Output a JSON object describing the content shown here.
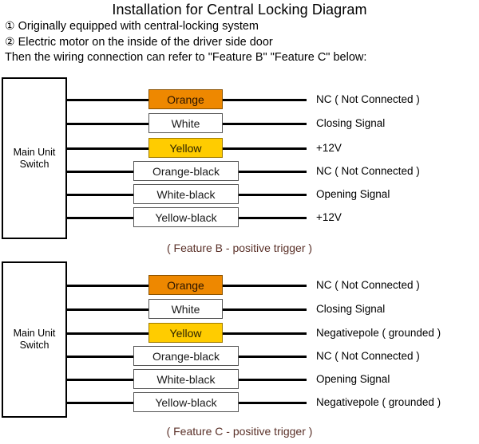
{
  "header": {
    "title": "Installation for Central Locking Diagram",
    "notes": [
      {
        "marker": "①",
        "text": "Originally equipped with central-locking system"
      },
      {
        "marker": "②",
        "text": "Electric motor on the inside of the driver side door"
      }
    ],
    "lead_in": "Then the wiring connection can refer to \"Feature B\" \"Feature C\" below:"
  },
  "colors": {
    "orange": "#ee8800",
    "yellow": "#ffcc00",
    "white": "#ffffff",
    "wire": "#000000",
    "caption": "#5a3028",
    "background": "#ffffff"
  },
  "diagrams": [
    {
      "id": "feature-b",
      "unit_label_line1": "Main Unit",
      "unit_label_line2": "Switch",
      "caption": "( Feature B - positive trigger )",
      "rows": [
        {
          "wire": "Orange",
          "style": "orange",
          "width": "narrow",
          "signal": "NC ( Not Connected )"
        },
        {
          "wire": "White",
          "style": "white",
          "width": "narrow",
          "signal": "Closing Signal"
        },
        {
          "wire": "Yellow",
          "style": "yellow",
          "width": "narrow",
          "signal": "+12V"
        },
        {
          "wire": "Orange-black",
          "style": "white",
          "width": "wide",
          "signal": "NC ( Not Connected )"
        },
        {
          "wire": "White-black",
          "style": "white",
          "width": "wide",
          "signal": "Opening Signal"
        },
        {
          "wire": "Yellow-black",
          "style": "white",
          "width": "wide",
          "signal": "+12V"
        }
      ]
    },
    {
      "id": "feature-c",
      "unit_label_line1": "Main Unit",
      "unit_label_line2": "Switch",
      "caption": "( Feature C - positive trigger )",
      "rows": [
        {
          "wire": "Orange",
          "style": "orange",
          "width": "narrow",
          "signal": "NC ( Not Connected )"
        },
        {
          "wire": "White",
          "style": "white",
          "width": "narrow",
          "signal": "Closing Signal"
        },
        {
          "wire": "Yellow",
          "style": "yellow",
          "width": "narrow",
          "signal": "Negativepole ( grounded )"
        },
        {
          "wire": "Orange-black",
          "style": "white",
          "width": "wide",
          "signal": "NC ( Not Connected )"
        },
        {
          "wire": "White-black",
          "style": "white",
          "width": "wide",
          "signal": "Opening Signal"
        },
        {
          "wire": "Yellow-black",
          "style": "white",
          "width": "wide",
          "signal": "Negativepole ( grounded )"
        }
      ]
    }
  ]
}
